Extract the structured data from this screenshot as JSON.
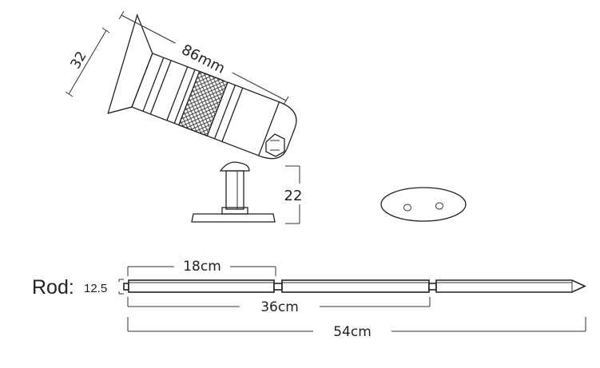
{
  "fixture": {
    "diameter_label": "32",
    "length_label": "86mm",
    "stem_height_label": "22"
  },
  "rod": {
    "title": "Rod:",
    "diameter_label": "12.5",
    "segment_length_label": "18cm",
    "two_segment_label": "36cm",
    "total_length_label": "54cm"
  },
  "colors": {
    "line": "#222222",
    "background": "#ffffff"
  }
}
